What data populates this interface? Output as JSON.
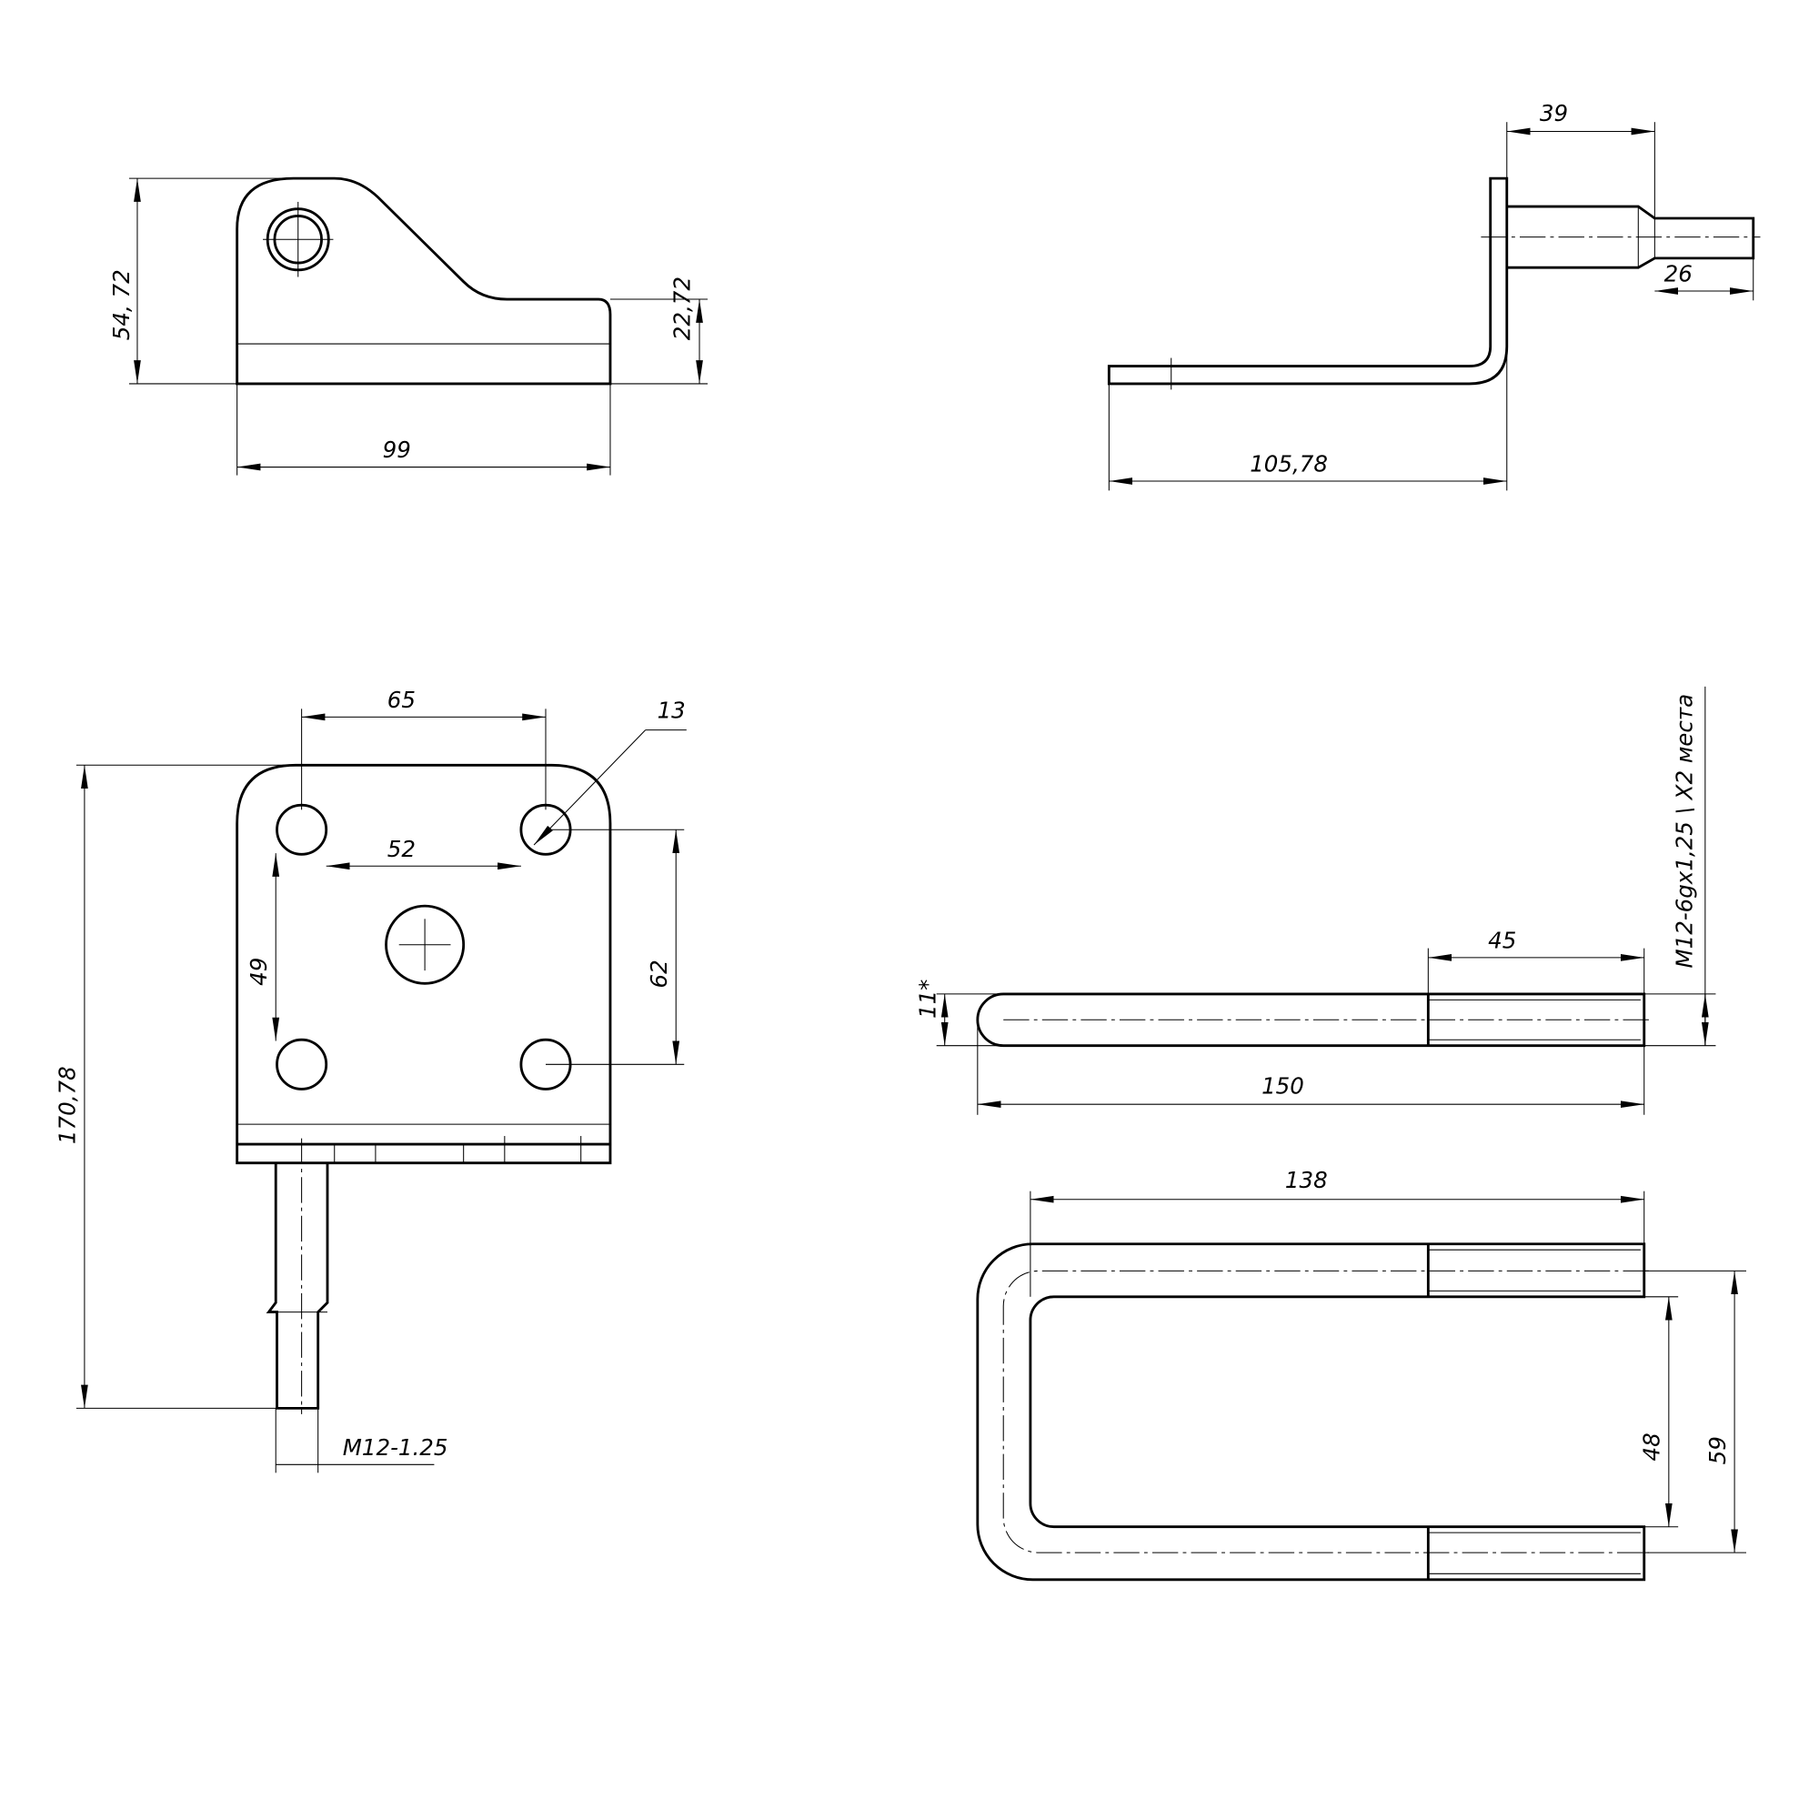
{
  "view_side": {
    "height": "54, 72",
    "lug_height": "22,72",
    "width": "99"
  },
  "view_bent": {
    "stud_length": "39",
    "pin_length": "26",
    "base_length": "105,78"
  },
  "view_plate": {
    "hole_spacing_x_outer": "65",
    "hole_diameter": "13",
    "hole_spacing_x_inner": "52",
    "hole_spacing_y_inner": "49",
    "hole_spacing_y_outer": "62",
    "overall_height": "170,78",
    "thread": "M12-1.25"
  },
  "view_rod": {
    "thread_note": "M12-6gx1,25 \\ X2 места",
    "thread_length": "45",
    "diameter": "11*",
    "length": "150"
  },
  "view_ubolt": {
    "length": "138",
    "inner_width": "48",
    "center_width": "59"
  }
}
